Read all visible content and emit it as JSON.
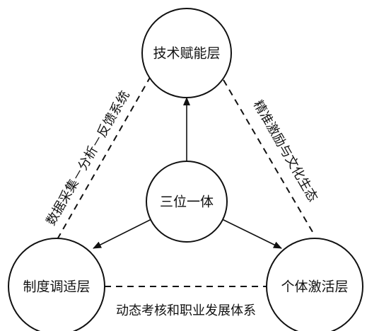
{
  "nodes": {
    "top": {
      "label": "技术赋能层"
    },
    "center": {
      "label": "三位一体"
    },
    "left": {
      "label": "制度调适层"
    },
    "right": {
      "label": "个体激活层"
    }
  },
  "edges": {
    "top_left": {
      "label": "数据采集－分析－反馈系统"
    },
    "top_right": {
      "label": "精准激励与文化生态"
    },
    "left_right": {
      "label": "动态考核和职业发展体系"
    }
  },
  "colors": {
    "stroke": "#111111",
    "background": "#ffffff"
  }
}
